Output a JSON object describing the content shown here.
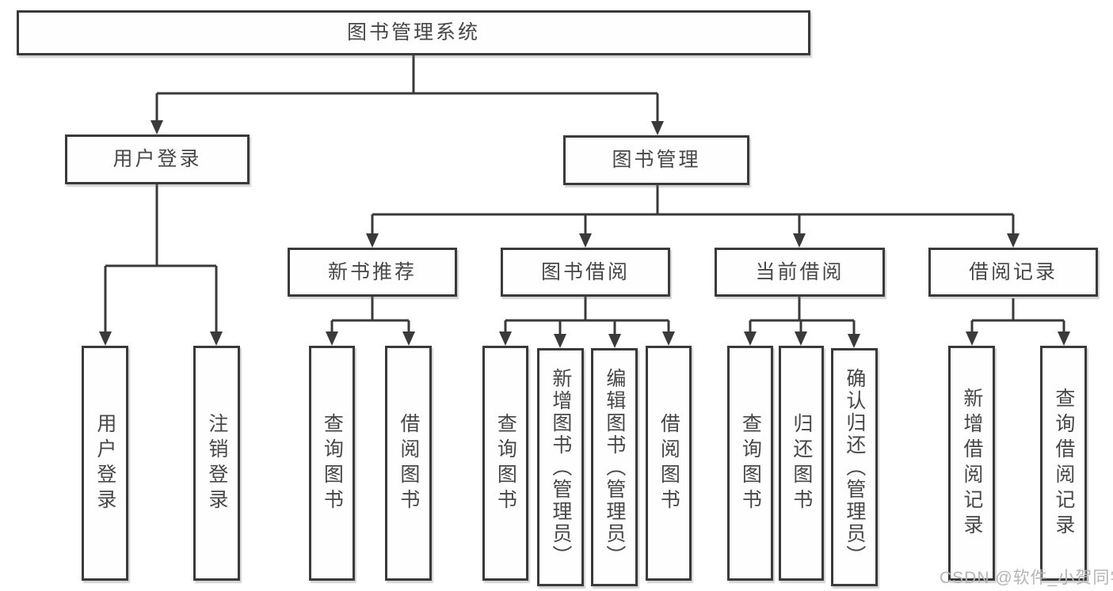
{
  "diagram": {
    "title": "图书管理系统",
    "type": "hierarchy-tree",
    "root": "图书管理系统",
    "level2": [
      "用户登录",
      "图书管理"
    ],
    "level3": [
      "新书推荐",
      "图书借阅",
      "当前借阅",
      "借阅记录"
    ],
    "leaves": [
      "用户登录",
      "注销登录",
      "查询图书",
      "借阅图书",
      "查询图书",
      "新增图书（管理员）",
      "编辑图书（管理员）",
      "借阅图书",
      "查询图书",
      "归还图书",
      "确认归还（管理员）",
      "新增借阅记录",
      "查询借阅记录"
    ],
    "tree": {
      "图书管理系统": {
        "用户登录": [
          "用户登录",
          "注销登录"
        ],
        "图书管理": {
          "新书推荐": [
            "查询图书",
            "借阅图书"
          ],
          "图书借阅": [
            "查询图书",
            "新增图书（管理员）",
            "编辑图书（管理员）",
            "借阅图书"
          ],
          "当前借阅": [
            "查询图书",
            "归还图书",
            "确认归还（管理员）"
          ],
          "借阅记录": [
            "新增借阅记录",
            "查询借阅记录"
          ]
        }
      }
    }
  },
  "watermark": "CSDN @软件_小贺同学",
  "colors": {
    "line": "#3a3a3a",
    "box_border": "#3a3a3a",
    "box_fill": "#fefefe",
    "text": "#474747",
    "watermark": "#b5b5b5",
    "background": "#ffffff"
  }
}
